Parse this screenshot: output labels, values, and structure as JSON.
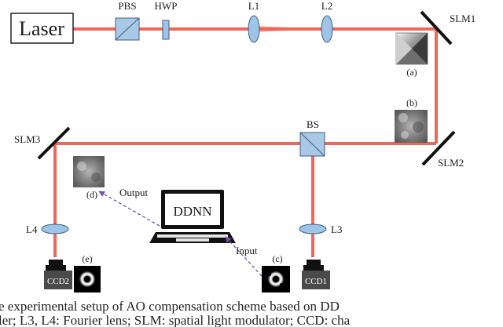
{
  "diagram": {
    "laser_label": "Laser",
    "components": {
      "pbs": "PBS",
      "hwp": "HWP",
      "l1": "L1",
      "l2": "L2",
      "slm1": "SLM1",
      "slm2": "SLM2",
      "slm3": "SLM3",
      "bs": "BS",
      "l3": "L3",
      "l4": "L4",
      "ccd1": "CCD1",
      "ccd2": "CCD2",
      "ddnn": "DDNN"
    },
    "panels": {
      "a": "(a)",
      "b": "(b)",
      "c": "(c)",
      "d": "(d)",
      "e": "(e)"
    },
    "arrows": {
      "input": "Input",
      "output": "Output"
    },
    "colors": {
      "beam": "#f0665a",
      "arrow": "#7a4fb0",
      "cube": "#a9c8e6",
      "lens": "#9ec4e8"
    }
  },
  "caption": {
    "line1": "e experimental setup of AO compensation scheme based on DD",
    "line2": "ler; L3, L4: Fourier lens; SLM: spatial light modulator; CCD: cha"
  }
}
